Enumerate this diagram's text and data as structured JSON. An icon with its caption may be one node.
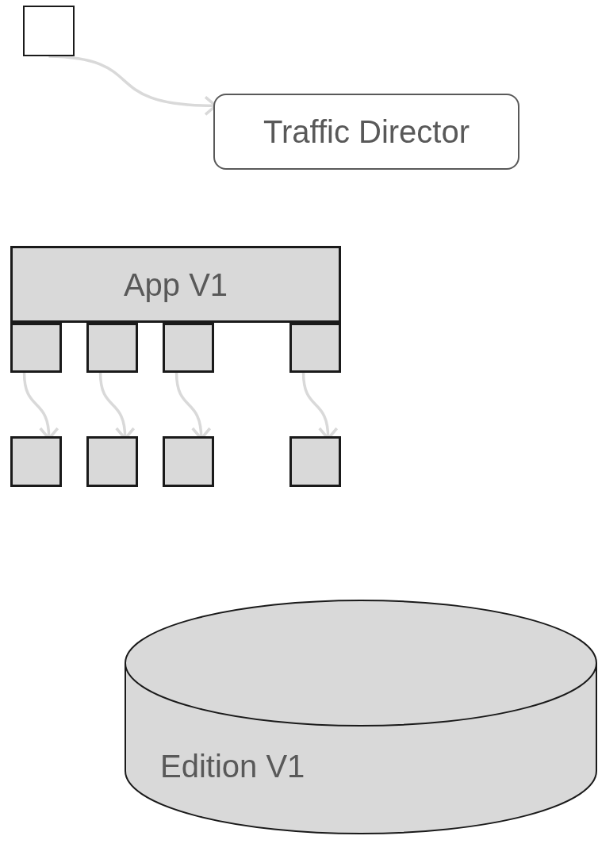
{
  "diagram": {
    "nodes": [
      {
        "text": [],
        "shape": "box"
      },
      {
        "text": [
          "Traffic Director"
        ]
      },
      {
        "text": [
          "App V1"
        ]
      },
      {
        "text": [],
        "shape": "box"
      },
      {
        "text": [],
        "shape": "box"
      },
      {
        "text": [],
        "shape": "box"
      },
      {
        "text": [],
        "shape": "box"
      },
      {
        "text": [],
        "shape": "box"
      },
      {
        "text": [],
        "shape": "box"
      },
      {
        "text": [],
        "shape": "box"
      },
      {
        "text": [],
        "shape": "box"
      },
      {
        "text": [
          "Edition V1"
        ]
      }
    ],
    "edges": [
      {
        "from": 0,
        "to": 1,
        "arrow": "to"
      },
      {
        "from": 3,
        "to": 7,
        "arrow": "to"
      },
      {
        "from": 4,
        "to": 8,
        "arrow": "to"
      },
      {
        "from": 5,
        "to": 9,
        "arrow": "to"
      },
      {
        "from": 6,
        "to": 10,
        "arrow": "to"
      }
    ]
  }
}
